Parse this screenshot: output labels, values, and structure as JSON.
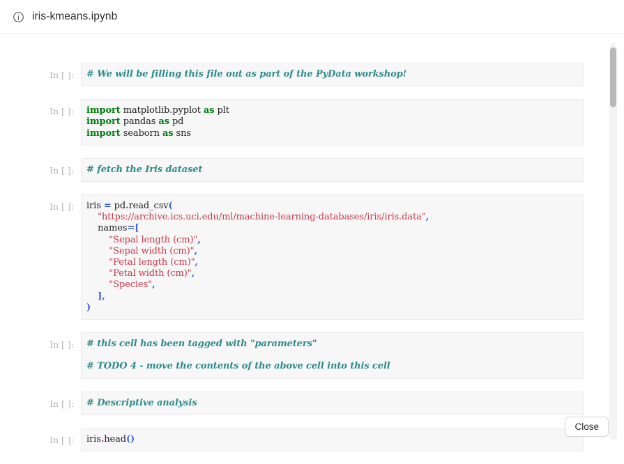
{
  "header": {
    "icon": "info-circle-icon",
    "title": "iris-kmeans.ipynb"
  },
  "notebook": {
    "prompt_label": "In [ ]:",
    "cells": [
      {
        "id": "cell-1",
        "prompt": "In [ ]:",
        "source": "# We will be filling this file out as part of the PyData workshop!",
        "tokens": [
          {
            "t": "comment",
            "v": "# We will be filling this file out as part of the PyData workshop!"
          }
        ]
      },
      {
        "id": "cell-2",
        "prompt": "In [ ]:",
        "source": "import matplotlib.pyplot as plt\nimport pandas as pd\nimport seaborn as sns",
        "tokens": [
          {
            "t": "keyword",
            "v": "import"
          },
          {
            "t": "plain",
            "v": " matplotlib.pyplot "
          },
          {
            "t": "keyword",
            "v": "as"
          },
          {
            "t": "plain",
            "v": " plt\n"
          },
          {
            "t": "keyword",
            "v": "import"
          },
          {
            "t": "plain",
            "v": " pandas "
          },
          {
            "t": "keyword",
            "v": "as"
          },
          {
            "t": "plain",
            "v": " pd\n"
          },
          {
            "t": "keyword",
            "v": "import"
          },
          {
            "t": "plain",
            "v": " seaborn "
          },
          {
            "t": "keyword",
            "v": "as"
          },
          {
            "t": "plain",
            "v": " sns"
          }
        ]
      },
      {
        "id": "cell-3",
        "prompt": "In [ ]:",
        "source": "# fetch the Iris dataset",
        "tokens": [
          {
            "t": "comment",
            "v": "# fetch the Iris dataset"
          }
        ]
      },
      {
        "id": "cell-4",
        "prompt": "In [ ]:",
        "source": "iris = pd.read_csv(\n    \"https://archive.ics.uci.edu/ml/machine-learning-databases/iris/iris.data\",\n    names=[\n        \"Sepal length (cm)\",\n        \"Sepal width (cm)\",\n        \"Petal length (cm)\",\n        \"Petal width (cm)\",\n        \"Species\",\n    ],\n)",
        "tokens": [
          {
            "t": "plain",
            "v": "iris "
          },
          {
            "t": "op",
            "v": "="
          },
          {
            "t": "plain",
            "v": " pd"
          },
          {
            "t": "dot",
            "v": "."
          },
          {
            "t": "plain",
            "v": "read_csv"
          },
          {
            "t": "punc",
            "v": "("
          },
          {
            "t": "plain",
            "v": "\n    "
          },
          {
            "t": "string",
            "v": "\"https://archive.ics.uci.edu/ml/machine-learning-databases/iris/iris.data\""
          },
          {
            "t": "punc",
            "v": ","
          },
          {
            "t": "plain",
            "v": "\n    names"
          },
          {
            "t": "op",
            "v": "="
          },
          {
            "t": "punc",
            "v": "["
          },
          {
            "t": "plain",
            "v": "\n        "
          },
          {
            "t": "string",
            "v": "\"Sepal length (cm)\""
          },
          {
            "t": "punc",
            "v": ","
          },
          {
            "t": "plain",
            "v": "\n        "
          },
          {
            "t": "string",
            "v": "\"Sepal width (cm)\""
          },
          {
            "t": "punc",
            "v": ","
          },
          {
            "t": "plain",
            "v": "\n        "
          },
          {
            "t": "string",
            "v": "\"Petal length (cm)\""
          },
          {
            "t": "punc",
            "v": ","
          },
          {
            "t": "plain",
            "v": "\n        "
          },
          {
            "t": "string",
            "v": "\"Petal width (cm)\""
          },
          {
            "t": "punc",
            "v": ","
          },
          {
            "t": "plain",
            "v": "\n        "
          },
          {
            "t": "string",
            "v": "\"Species\""
          },
          {
            "t": "punc",
            "v": ","
          },
          {
            "t": "plain",
            "v": "\n    "
          },
          {
            "t": "punc",
            "v": "],"
          },
          {
            "t": "plain",
            "v": "\n"
          },
          {
            "t": "punc",
            "v": ")"
          }
        ]
      },
      {
        "id": "cell-5",
        "prompt": "In [ ]:",
        "source": "# this cell has been tagged with \"parameters\"\n\n# TODO 4 - move the contents of the above cell into this cell",
        "tokens": [
          {
            "t": "comment",
            "v": "# this cell has been tagged with \"parameters\""
          },
          {
            "t": "plain",
            "v": "\n\n"
          },
          {
            "t": "comment",
            "v": "# TODO 4 - move the contents of the above cell into this cell"
          }
        ]
      },
      {
        "id": "cell-6",
        "prompt": "In [ ]:",
        "source": "# Descriptive analysis",
        "tokens": [
          {
            "t": "comment",
            "v": "# Descriptive analysis"
          }
        ]
      },
      {
        "id": "cell-7",
        "prompt": "In [ ]:",
        "source": "iris.head()",
        "tokens": [
          {
            "t": "plain",
            "v": "iris"
          },
          {
            "t": "dot",
            "v": "."
          },
          {
            "t": "plain",
            "v": "head"
          },
          {
            "t": "punc",
            "v": "()"
          }
        ]
      }
    ]
  },
  "footer": {
    "close_label": "Close"
  },
  "colors": {
    "comment": "#2e8b8b",
    "keyword": "#007f0e",
    "string": "#c8384b",
    "operator": "#3a5fcd",
    "punctuation": "#4063d8",
    "dot": "#c21fc2",
    "cell_background": "#f7f7f7",
    "prompt": "#b3b3b3"
  }
}
